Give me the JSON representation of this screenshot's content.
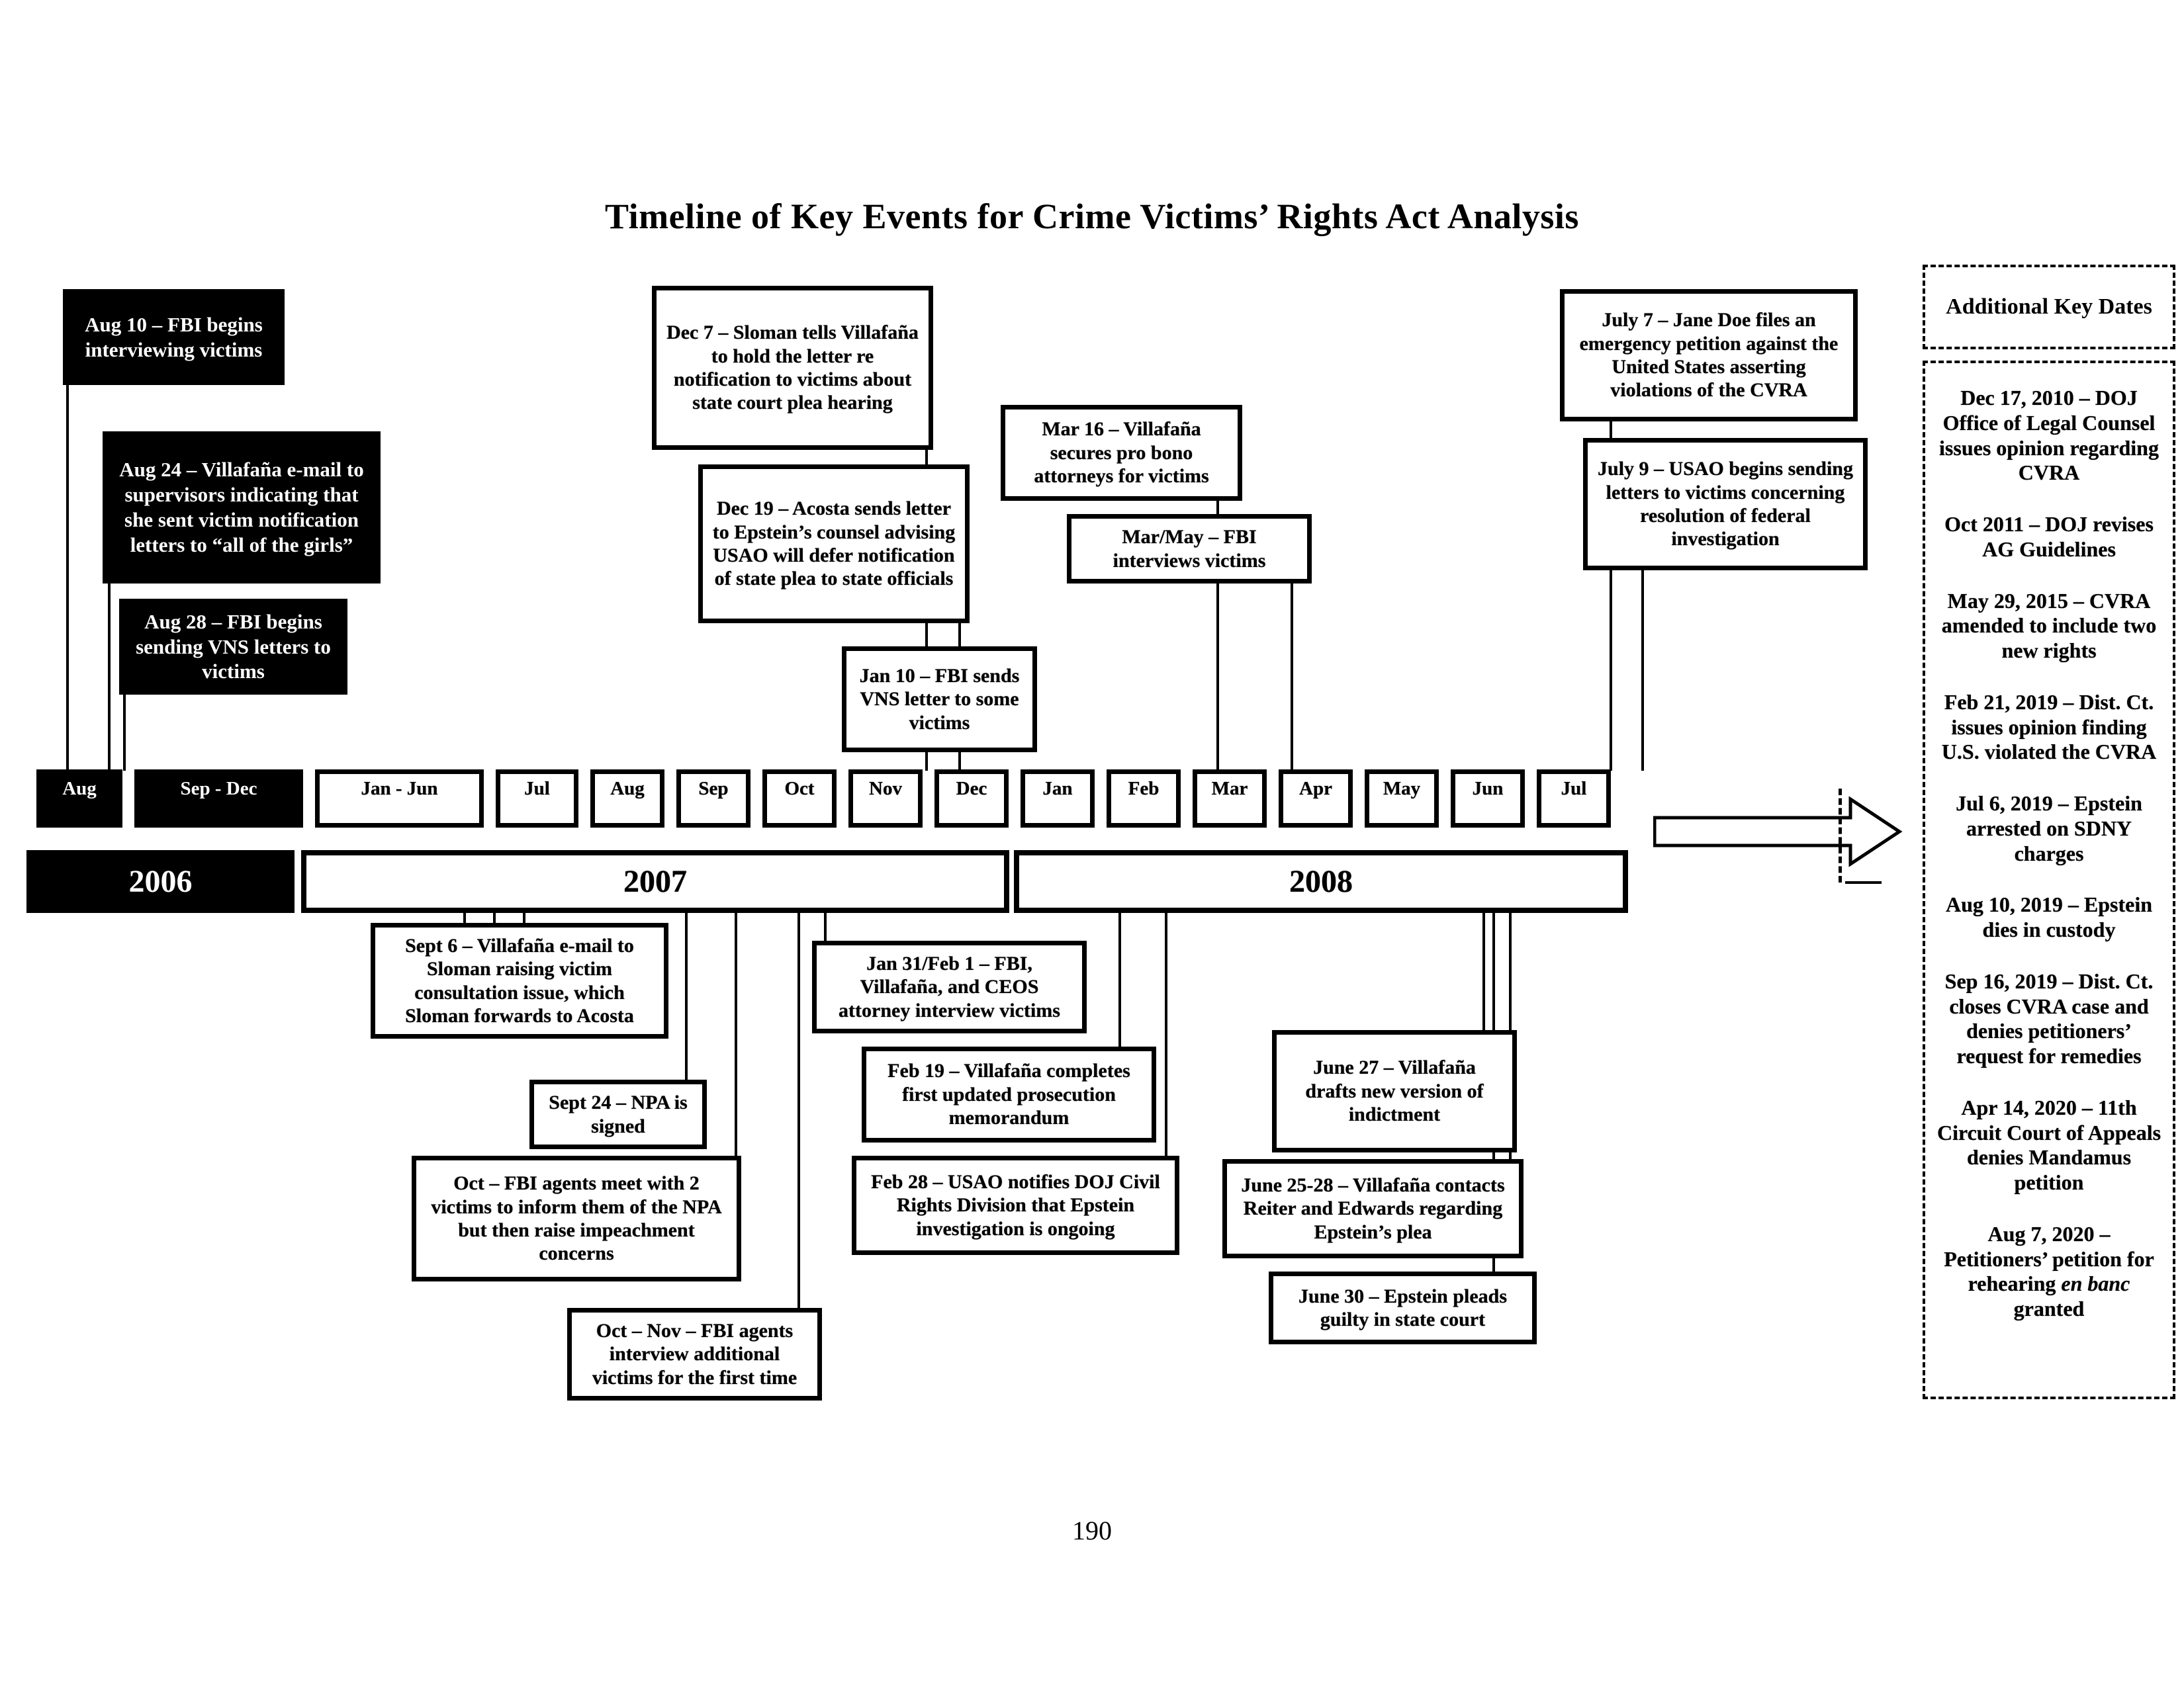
{
  "title": "Timeline of Key Events for Crime Victims’ Rights Act Analysis",
  "page_number": "190",
  "left_events": [
    "Aug 10 – FBI begins interviewing victims",
    "Aug 24 – Villafaña e-mail to supervisors indicating that she sent victim notification letters to “all of the girls”",
    "Aug 28 – FBI begins sending VNS letters to victims"
  ],
  "top_events": [
    "Dec 7 – Sloman tells Villafaña to hold the letter re notification to victims about state court plea hearing",
    "Dec 19 – Acosta sends letter to Epstein’s counsel advising USAO will defer notification of state plea to state officials",
    "Jan 10 – FBI sends VNS letter to some victims",
    "Mar 16 – Villafaña secures pro bono attorneys for victims",
    "Mar/May – FBI interviews victims",
    "July 7 – Jane Doe files an emergency petition against the United States asserting violations of the CVRA",
    "July 9 – USAO begins sending letters to victims concerning resolution of federal investigation"
  ],
  "bottom_events": [
    "Sept 6 – Villafaña e-mail to Sloman raising victim consultation issue, which Sloman forwards to Acosta",
    "Sept 24 – NPA is signed",
    "Oct – FBI agents meet with 2 victims to inform them of the NPA but then raise impeachment concerns",
    "Oct – Nov – FBI agents interview additional victims for the first time",
    "Jan 31/Feb 1 – FBI, Villafaña, and CEOS attorney interview victims",
    "Feb 19 – Villafaña completes first updated prosecution memorandum",
    "Feb 28 – USAO notifies DOJ Civil Rights Division that Epstein investigation is ongoing",
    "June 27 – Villafaña drafts new version of indictment",
    "June 25-28 – Villafaña contacts Reiter and Edwards regarding Epstein’s plea",
    "June 30 – Epstein pleads guilty in state court"
  ],
  "timeline": {
    "months": [
      "Aug",
      "Sep - Dec",
      "Jan - Jun",
      "Jul",
      "Aug",
      "Sep",
      "Oct",
      "Nov",
      "Dec",
      "Jan",
      "Feb",
      "Mar",
      "Apr",
      "May",
      "Jun",
      "Jul"
    ],
    "years": [
      "2006",
      "2007",
      "2008"
    ]
  },
  "side_panel": {
    "header": "Additional Key Dates",
    "entries": [
      "Dec 17, 2010 – DOJ Office of Legal Counsel issues opinion regarding CVRA",
      "Oct 2011 – DOJ revises AG Guidelines",
      "May 29, 2015 – CVRA amended to include two new rights",
      "Feb 21, 2019 – Dist. Ct. issues opinion finding U.S. violated the CVRA",
      "Jul 6, 2019 – Epstein arrested on SDNY charges",
      "Aug 10, 2019 – Epstein dies in custody",
      "Sep 16, 2019 – Dist. Ct. closes CVRA case and denies petitioners’ request for remedies",
      "Apr 14, 2020 – 11th Circuit Court of Appeals denies Mandamus petition"
    ],
    "last_entry": {
      "pre": "Aug 7, 2020 – Petitioners’ petition for rehearing ",
      "italic": "en banc",
      "post": " granted"
    }
  }
}
